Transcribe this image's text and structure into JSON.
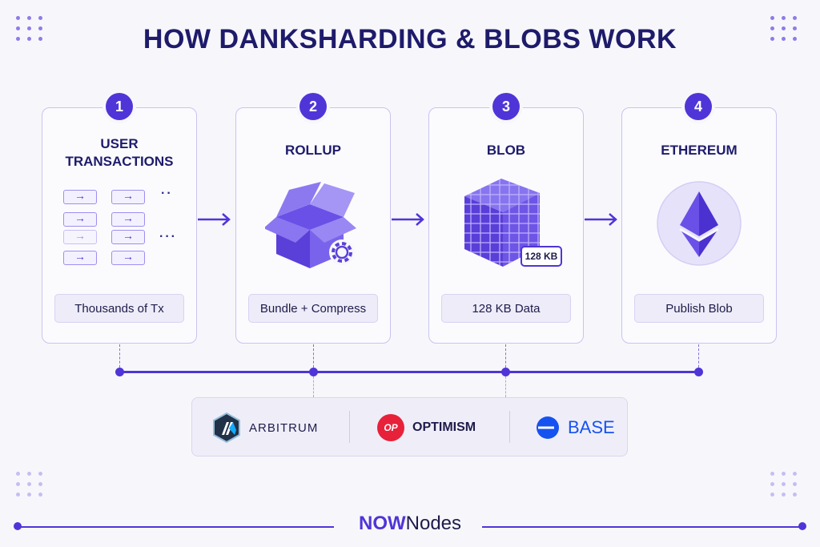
{
  "title": "HOW DANKSHARDING & BLOBS WORK",
  "steps": [
    {
      "number": "1",
      "title_line1": "USER",
      "title_line2": "TRANSACTIONS",
      "caption": "Thousands of Tx"
    },
    {
      "number": "2",
      "title": "ROLLUP",
      "caption": "Bundle + Compress"
    },
    {
      "number": "3",
      "title": "BLOB",
      "caption": "128 KB Data",
      "size_tag": "128 KB"
    },
    {
      "number": "4",
      "title": "ETHEREUM",
      "caption": "Publish Blob"
    }
  ],
  "rollups": [
    {
      "name": "ARBITRUM",
      "icon": "arbitrum-logo"
    },
    {
      "name": "OPTIMISM",
      "icon": "optimism-logo",
      "logo_text": "OP"
    },
    {
      "name": "BASE",
      "icon": "base-logo"
    }
  ],
  "brand": {
    "part1": "NOW",
    "part2": "Nodes"
  },
  "colors": {
    "accent": "#4f35d8",
    "navy": "#1e1b6b",
    "optimism_red": "#e8213a",
    "base_blue": "#1652f0",
    "arbitrum_navy": "#213147"
  }
}
